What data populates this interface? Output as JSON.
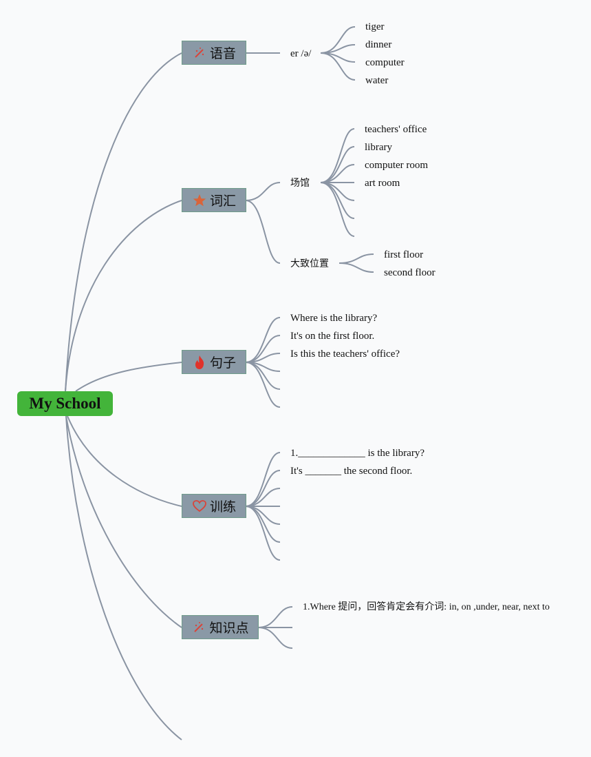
{
  "root": {
    "label": "My School"
  },
  "colors": {
    "root_bg": "#43b43a",
    "topic_bg": "#8a99a6",
    "line": "#8a94a3",
    "icon_red": "#d9443a"
  },
  "topics": [
    {
      "label": "语音",
      "icon": "magic-wand-icon",
      "subtopics": [
        {
          "label": "er /ə/",
          "leaves": [
            "tiger",
            "dinner",
            "computer",
            "water"
          ]
        }
      ]
    },
    {
      "label": "词汇",
      "icon": "star-icon",
      "subtopics": [
        {
          "label": "场馆",
          "leaves": [
            "teachers' office",
            "library",
            "computer room",
            "art room"
          ]
        },
        {
          "label": "大致位置",
          "leaves": [
            "first floor",
            "second floor"
          ]
        }
      ]
    },
    {
      "label": "句子",
      "icon": "fire-icon",
      "leaves": [
        "Where is the library?",
        "It's on the first floor.",
        "Is this the teachers' office?"
      ]
    },
    {
      "label": "训练",
      "icon": "heart-icon",
      "leaves": [
        "1._____________ is the library?",
        "It's _______ the second floor."
      ]
    },
    {
      "label": "知识点",
      "icon": "magic-wand-icon",
      "leaves": [
        "1.Where 提问，回答肯定会有介词: in, on ,under, near, next to"
      ]
    }
  ]
}
